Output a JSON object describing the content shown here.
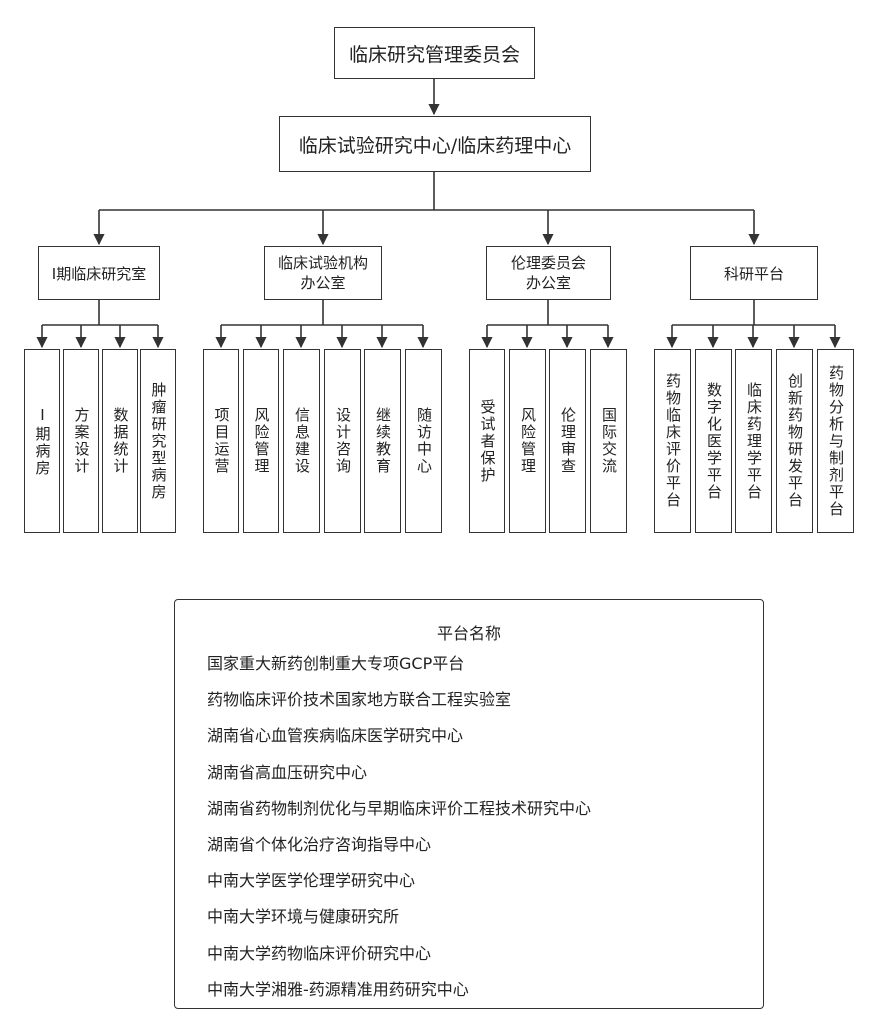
{
  "diagram": {
    "root": "临床研究管理委员会",
    "center": "临床试验研究中心/临床药理中心",
    "branches": [
      {
        "label": [
          "I期临床研究室"
        ],
        "children": [
          "I期病房",
          "方案设计",
          "数据统计",
          "肿瘤研究型病房"
        ]
      },
      {
        "label": [
          "临床试验机构",
          "办公室"
        ],
        "children": [
          "项目运营",
          "风险管理",
          "信息建设",
          "设计咨询",
          "继续教育",
          "随访中心"
        ]
      },
      {
        "label": [
          "伦理委员会",
          "办公室"
        ],
        "children": [
          "受试者保护",
          "风险管理",
          "伦理审查",
          "国际交流"
        ]
      },
      {
        "label": [
          "科研平台"
        ],
        "children": [
          "药物临床评价平台",
          "数字化医学平台",
          "临床药理学平台",
          "创新药物研发平台",
          "药物分析与制剂平台"
        ]
      }
    ]
  },
  "platforms": {
    "title": "平台名称",
    "items": [
      "国家重大新药创制重大专项GCP平台",
      "药物临床评价技术国家地方联合工程实验室",
      "湖南省心血管疾病临床医学研究中心",
      "湖南省高血压研究中心",
      "湖南省药物制剂优化与早期临床评价工程技术研究中心",
      "湖南省个体化治疗咨询指导中心",
      "中南大学医学伦理学研究中心",
      "中南大学环境与健康研究所",
      "中南大学药物临床评价研究中心",
      "中南大学湘雅-药源精准用药研究中心"
    ]
  }
}
